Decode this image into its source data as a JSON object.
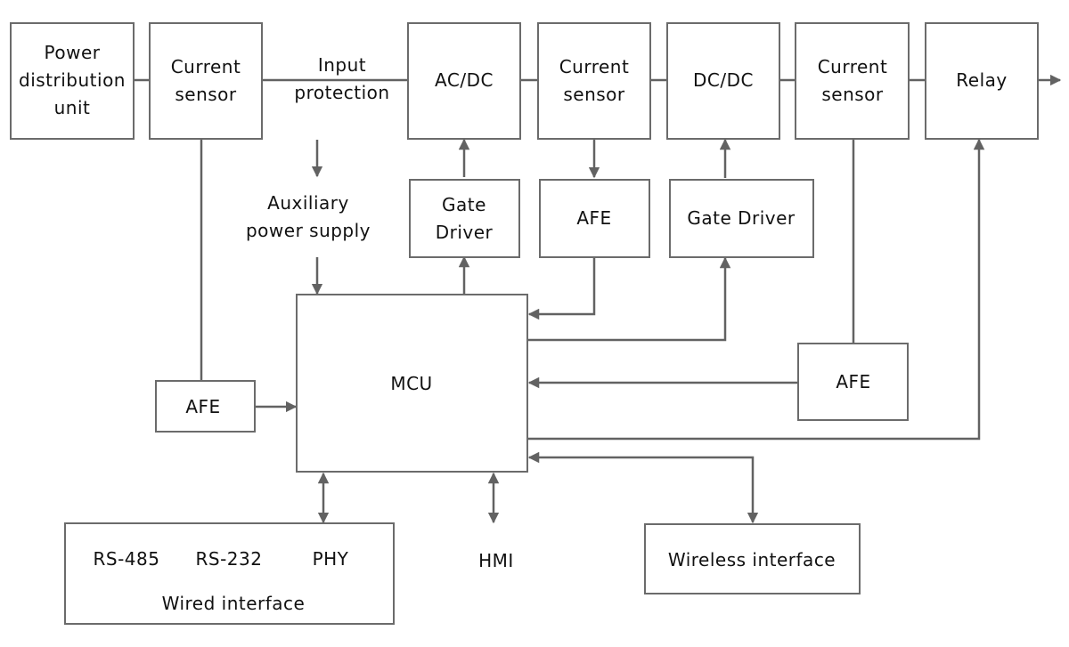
{
  "diagram": {
    "blocks": {
      "pdu": [
        "Power",
        "distribution",
        "unit"
      ],
      "cs1": [
        "Current",
        "sensor"
      ],
      "input_protection": [
        "Input",
        "protection"
      ],
      "acdc": [
        "AC/DC"
      ],
      "cs2": [
        "Current",
        "sensor"
      ],
      "dcdc": [
        "DC/DC"
      ],
      "cs3": [
        "Current",
        "sensor"
      ],
      "relay": [
        "Relay"
      ],
      "aux_power": [
        "Auxiliary",
        "power supply"
      ],
      "gate_driver_1": [
        "Gate",
        "Driver"
      ],
      "afe_top": [
        "AFE"
      ],
      "gate_driver_2": [
        "Gate Driver"
      ],
      "mcu": [
        "MCU"
      ],
      "afe_left": [
        "AFE"
      ],
      "afe_right": [
        "AFE"
      ],
      "wired": {
        "items": [
          "RS-485",
          "RS-232",
          "PHY"
        ],
        "title": "Wired interface"
      },
      "hmi": [
        "HMI"
      ],
      "wireless": [
        "Wireless interface"
      ]
    },
    "colors": {
      "stroke": "#626262",
      "box_border": "#6b6b6b",
      "text": "#111111"
    }
  }
}
